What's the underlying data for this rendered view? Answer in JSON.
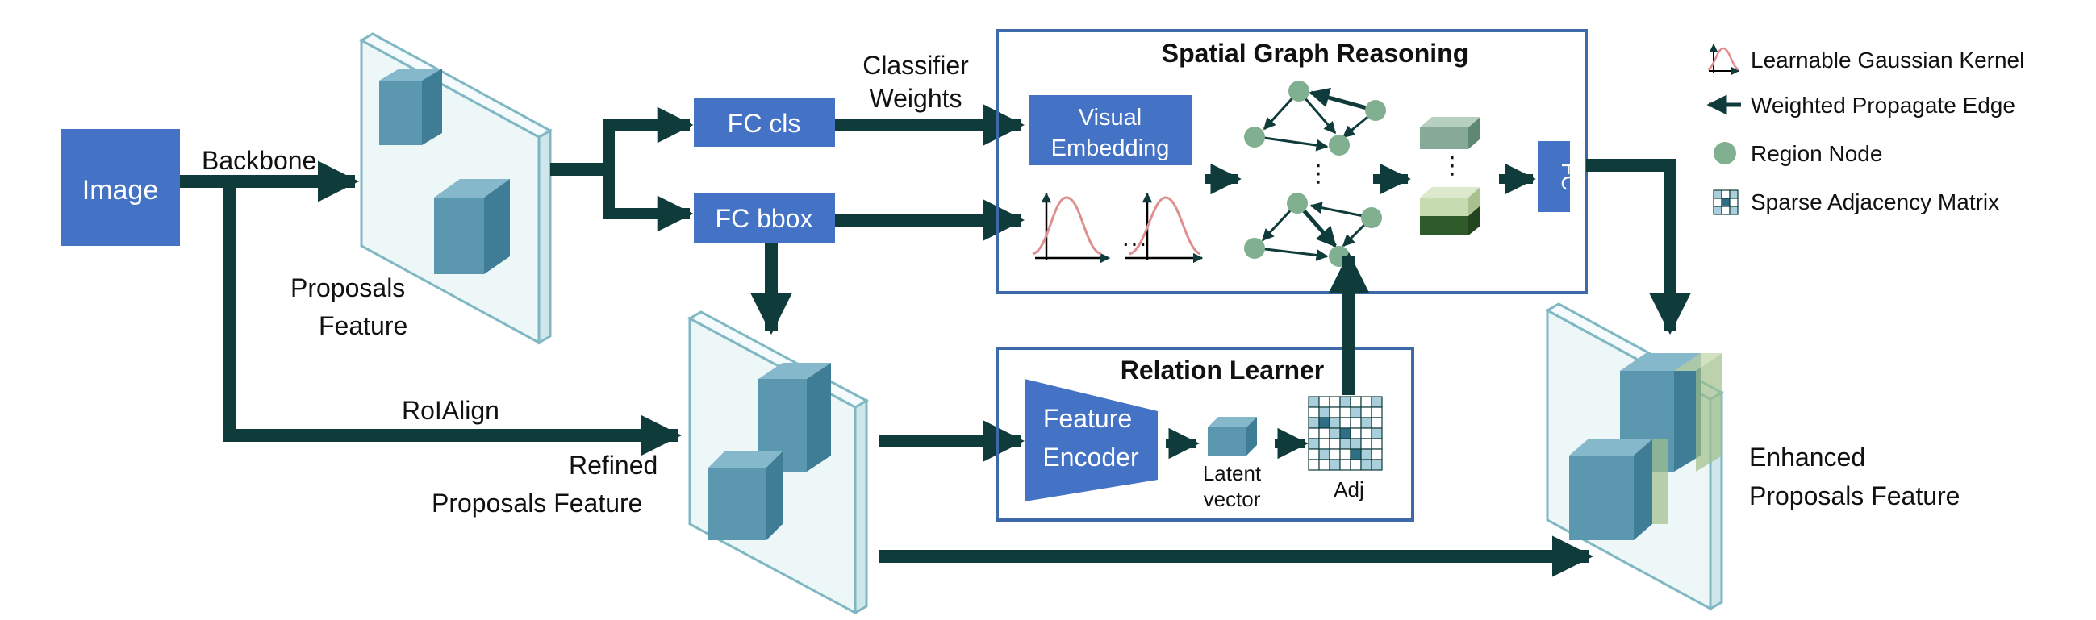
{
  "colors": {
    "arrow": "#0f3b3a",
    "blue_box": "#4472c4",
    "frame": "#3f6aa9",
    "cube_front": "#5c97b0",
    "cube_top": "#86b8cb",
    "cube_side": "#3f7d96",
    "plate": "#e9f4f6",
    "plate_edge": "#7fb7c3",
    "node": "#80b08f",
    "gauss": "#e08f8f",
    "green_light": "#c7dbb0",
    "green_dark": "#2f5a2a"
  },
  "labels": {
    "image": "Image",
    "backbone": "Backbone",
    "proposals_feature_1": "Proposals",
    "proposals_feature_2": "Feature",
    "fc_cls": "FC cls",
    "fc_bbox": "FC bbox",
    "classifier_1": "Classifier",
    "classifier_2": "Weights",
    "sgr_title": "Spatial Graph Reasoning",
    "visual_1": "Visual",
    "visual_2": "Embedding",
    "ellipsis": "···",
    "vdots": "⋮",
    "fc": "FC",
    "roialign": "RoIAlign",
    "refined_1": "Refined",
    "refined_2": "Proposals Feature",
    "rl_title": "Relation Learner",
    "feature_1": "Feature",
    "feature_2": "Encoder",
    "latent_1": "Latent",
    "latent_2": "vector",
    "adj": "Adj",
    "enhanced_1": "Enhanced",
    "enhanced_2": "Proposals Feature"
  },
  "legend": {
    "gaussian": "Learnable Gaussian Kernel",
    "edge": "Weighted Propagate Edge",
    "node": "Region Node",
    "matrix": "Sparse Adjacency Matrix"
  }
}
